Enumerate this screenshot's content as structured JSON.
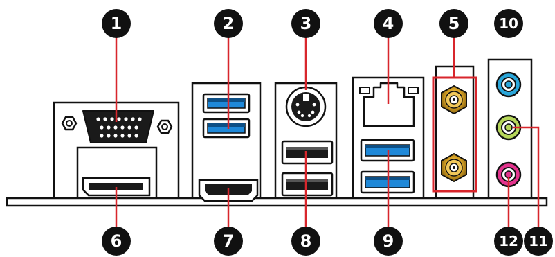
{
  "callouts": [
    {
      "num": "1"
    },
    {
      "num": "2"
    },
    {
      "num": "3"
    },
    {
      "num": "4"
    },
    {
      "num": "5"
    },
    {
      "num": "10"
    },
    {
      "num": "6"
    },
    {
      "num": "7"
    },
    {
      "num": "8"
    },
    {
      "num": "9"
    },
    {
      "num": "12"
    },
    {
      "num": "11"
    }
  ],
  "colors": {
    "outline": "#111111",
    "callout_circle": "#111111",
    "leader_line": "#d8262c",
    "usb3_blue": "#1e88d8",
    "audio_blue": "#2aa6d9",
    "audio_green": "#b6d65a",
    "audio_pink": "#e2338d",
    "antenna_gold": "#d8a325"
  },
  "icons": [
    "vga-port-icon",
    "usb3-port-icon",
    "ps2-port-icon",
    "lan-port-icon",
    "wifi-antenna-connector-icon",
    "audio-jack-icon",
    "displayport-icon",
    "hdmi-port-icon",
    "usb2-port-icon"
  ]
}
